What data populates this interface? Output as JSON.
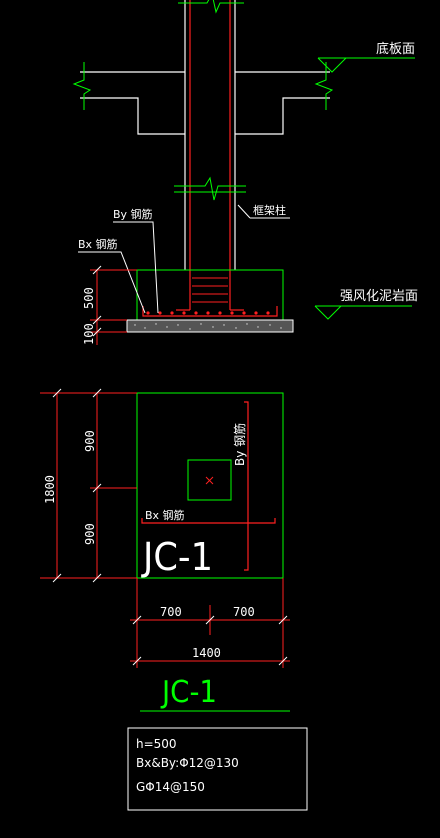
{
  "section": {
    "label_floor": "底板面",
    "label_column": "框架柱",
    "label_rock": "强风化泥岩面",
    "label_by": "By 钢筋",
    "label_bx": "Bx 钢筋",
    "dim_500": "500",
    "dim_100": "100"
  },
  "plan": {
    "dim_1800": "1800",
    "dim_900_top": "900",
    "dim_900_bottom": "900",
    "label_by": "By 钢筋",
    "label_bx": "Bx 钢筋",
    "mark": "JC-1",
    "dim_700_left": "700",
    "dim_700_right": "700",
    "dim_1400": "1400"
  },
  "title": "JC-1",
  "notes": {
    "h": "h=500",
    "bxby": "Bx&By:Φ12@130",
    "g": "GΦ14@150"
  },
  "colors": {
    "green": "#00ff00",
    "red": "#ff2020",
    "white": "#ffffff",
    "slab": "#ffffff"
  }
}
